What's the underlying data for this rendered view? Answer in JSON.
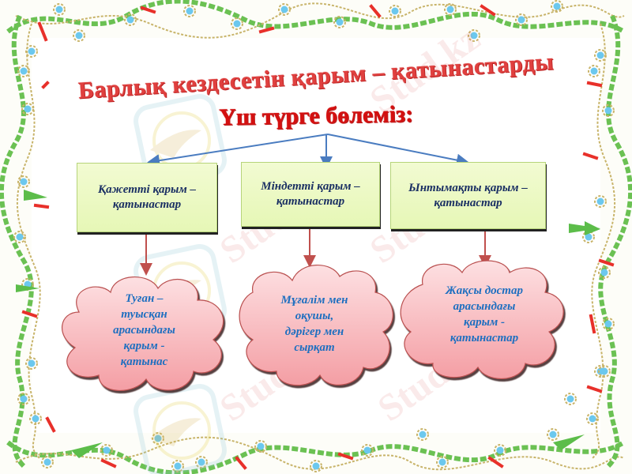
{
  "slide": {
    "title_line1": "Барлық кездесетін қарым – қатынастарды",
    "title_line2": "Үш түрге бөлеміз:",
    "colors": {
      "title": "#e0403f",
      "box_fill": "#e9f8bd",
      "box_text": "#1a2f63",
      "cloud_fill": "#f8b4b8",
      "cloud_text": "#1e6fc0",
      "blue_arrow": "#4a7cc0",
      "red_arrow": "#c0504d"
    }
  },
  "categories": [
    {
      "label": "Қажетті қарым – қатынастар"
    },
    {
      "label": "Міндетті қарым – қатынастар"
    },
    {
      "label": "Ынтымақты қарым – қатынастар"
    }
  ],
  "examples": [
    {
      "lines": [
        "Туған –",
        "туысқан",
        "арасындағы",
        "қарым -",
        "қатынас"
      ]
    },
    {
      "lines": [
        "Мұғалім мен",
        "оқушы,",
        "дәрігер мен",
        "сырқат"
      ]
    },
    {
      "lines": [
        "Жақсы достар",
        "арасындағы",
        "қарым -",
        "қатынастар"
      ]
    }
  ],
  "watermark": "Stud.kz"
}
